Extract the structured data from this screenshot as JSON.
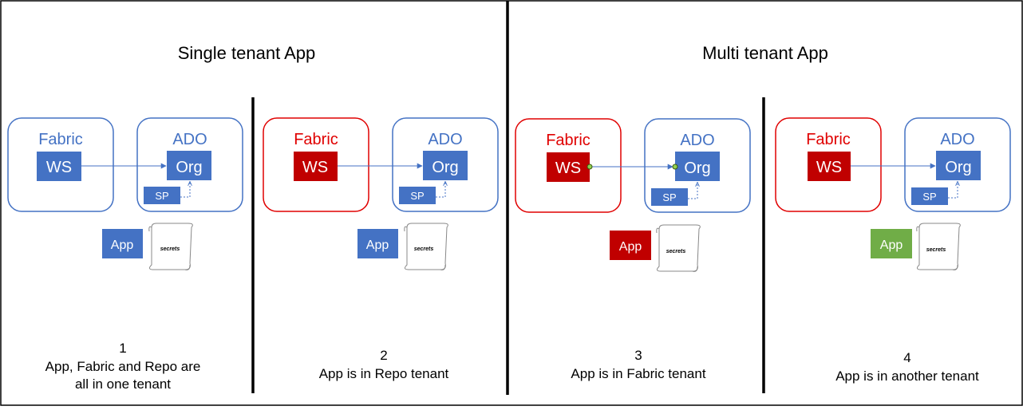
{
  "titles": {
    "single": "Single tenant App",
    "multi": "Multi tenant App"
  },
  "labels": {
    "fabric": "Fabric",
    "ado": "ADO",
    "ws": "WS",
    "org": "Org",
    "sp": "SP",
    "app": "App",
    "secrets": "secrets"
  },
  "scenarios": [
    {
      "number": "1",
      "caption": [
        "App, Fabric and Repo are",
        "all in one tenant"
      ]
    },
    {
      "number": "2",
      "caption": [
        "App is in Repo tenant"
      ]
    },
    {
      "number": "3",
      "caption": [
        "App is in Fabric tenant"
      ]
    },
    {
      "number": "4",
      "caption": [
        "App is in another tenant"
      ]
    }
  ],
  "colors": {
    "blue": "#4472C4",
    "red": "#E00000",
    "dark_red": "#C00000",
    "green": "#70AD47",
    "black": "#000000"
  }
}
